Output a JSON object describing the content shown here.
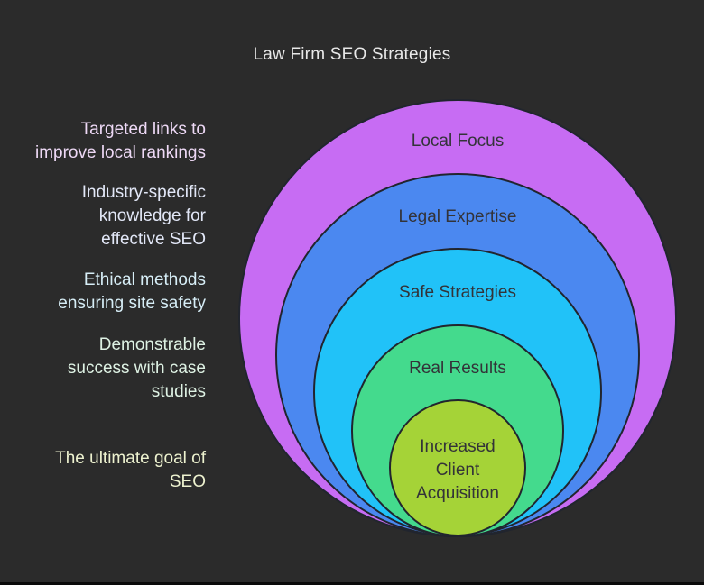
{
  "title": "Law Firm SEO Strategies",
  "chart_type": "onion-nested-circles",
  "theme": {
    "background": "#2b2b2b",
    "stroke": "#21252e",
    "ring_text": "#333338",
    "title_color": "#e8e8e8",
    "bottom_bar": "#0a0a0a"
  },
  "rings": [
    {
      "label": "Local Focus",
      "fill": "#c76cf3",
      "note": "Targeted links to\nimprove local rankings",
      "note_color": "#eed9f6"
    },
    {
      "label": "Legal Expertise",
      "fill": "#4b88f0",
      "note": "Industry-specific\nknowledge for\neffective SEO",
      "note_color": "#e2e7f7"
    },
    {
      "label": "Safe Strategies",
      "fill": "#21c2f8",
      "note": "Ethical methods\nensuring site safety",
      "note_color": "#d7eef7"
    },
    {
      "label": "Real Results",
      "fill": "#44da8d",
      "note": "Demonstrable\nsuccess with case\nstudies",
      "note_color": "#def2e4"
    },
    {
      "label": "Increased\nClient\nAcquisition",
      "fill": "#a5d337",
      "note": "The ultimate goal of\nSEO",
      "note_color": "#edf2cf"
    }
  ]
}
